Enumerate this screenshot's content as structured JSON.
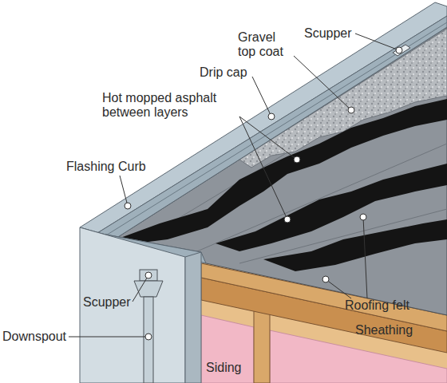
{
  "diagram": {
    "labels": [
      "Scupper",
      "Gravel top coat",
      "Drip cap",
      "Hot mopped asphalt between layers",
      "Flashing Curb",
      "Roofing felt",
      "Scupper",
      "Sheathing",
      "Downspout",
      "Siding"
    ]
  }
}
